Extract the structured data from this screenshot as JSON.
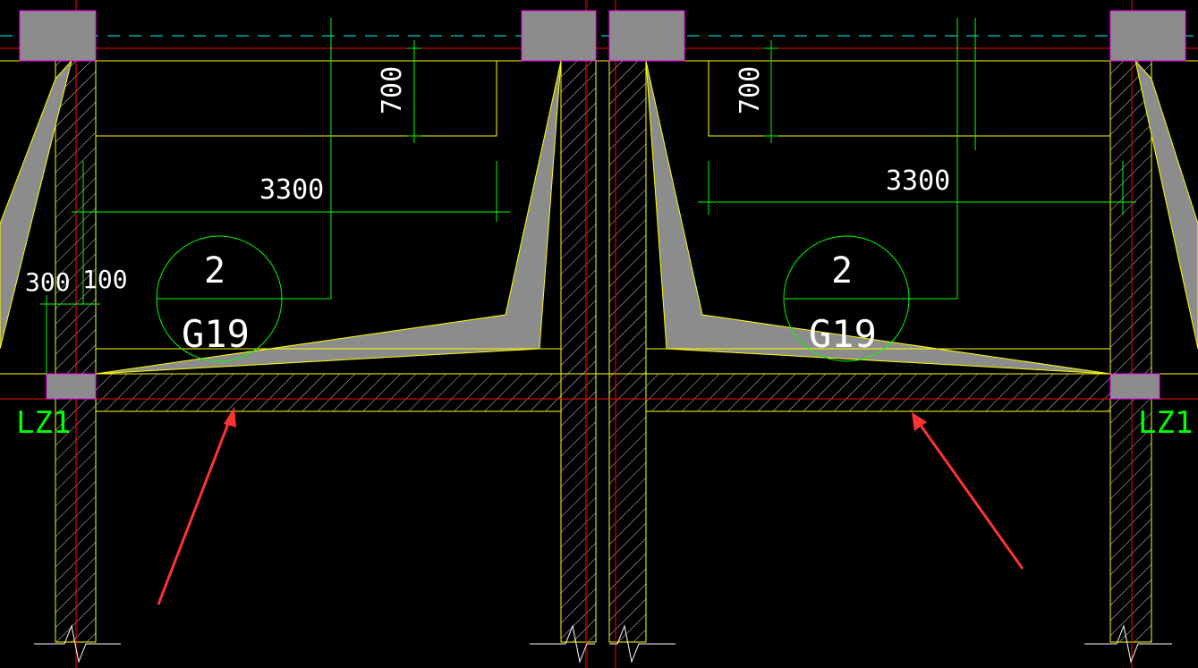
{
  "drawing": {
    "colors": {
      "background": "#000000",
      "wall_outline": "#ffff00",
      "axis_line": "#ff0000",
      "dimension": "#00ff00",
      "text": "#ffffff",
      "column_fill": "#8c8c8c",
      "column_outline": "#ff00ff",
      "reference_line": "#00ffff",
      "annotation_arrow": "#ff3333",
      "hatch": "#ffffff"
    },
    "dimensions": {
      "d700": "700",
      "d3300": "3300",
      "d300": "300",
      "d100": "100"
    },
    "beam_tags": [
      {
        "count": "2",
        "label": "G19"
      },
      {
        "count": "2",
        "label": "G19"
      }
    ],
    "column_tags": {
      "left": "LZ1",
      "right": "LZ1"
    }
  }
}
